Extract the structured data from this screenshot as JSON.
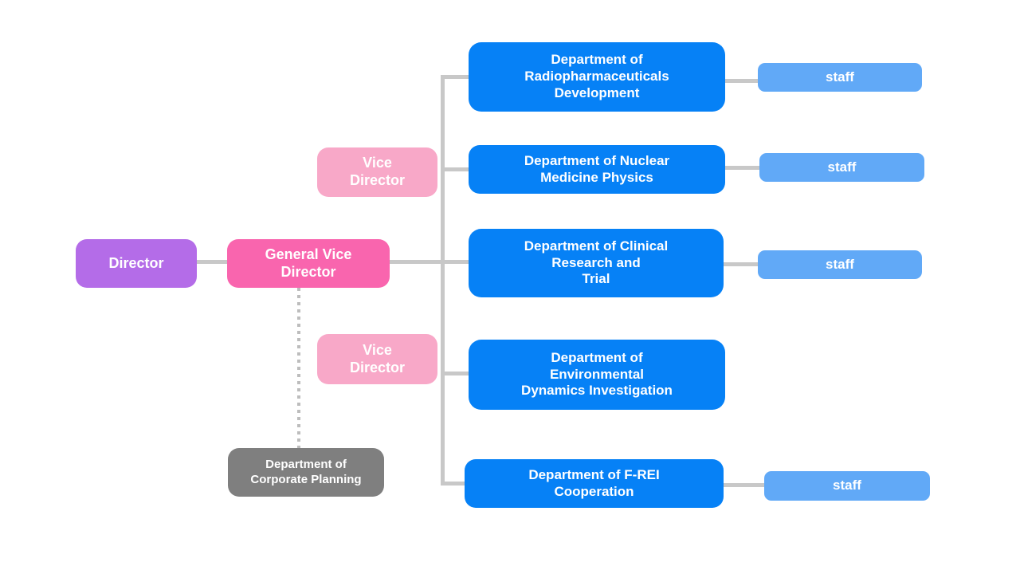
{
  "diagram": {
    "type": "org-chart",
    "background_color": "#ffffff",
    "connector_color": "#c8c8c8",
    "dotted_connector_color": "#bdbdbd",
    "nodes": {
      "director": {
        "label": "Director",
        "color": "#b46ce8",
        "text_color": "#ffffff"
      },
      "general_vice_director": {
        "label": "General Vice\nDirector",
        "color": "#f965ae",
        "text_color": "#ffffff"
      },
      "vice_director_1": {
        "label": "Vice\nDirector",
        "color": "#f8a8c8",
        "text_color": "#ffffff"
      },
      "vice_director_2": {
        "label": "Vice\nDirector",
        "color": "#f8a8c8",
        "text_color": "#ffffff"
      },
      "dept_radiopharmaceuticals": {
        "label": "Department of\nRadiopharmaceuticals\nDevelopment",
        "color": "#0681f6",
        "text_color": "#ffffff"
      },
      "dept_nuclear_medicine": {
        "label": "Department of Nuclear\nMedicine Physics",
        "color": "#0681f6",
        "text_color": "#ffffff"
      },
      "dept_clinical_research": {
        "label": "Department of Clinical\nResearch and\nTrial",
        "color": "#0681f6",
        "text_color": "#ffffff"
      },
      "dept_environmental": {
        "label": "Department of\nEnvironmental\nDynamics Investigation",
        "color": "#0681f6",
        "text_color": "#ffffff"
      },
      "dept_frei_cooperation": {
        "label": "Department of F-REI\nCooperation",
        "color": "#0681f6",
        "text_color": "#ffffff"
      },
      "staff_1": {
        "label": "staff",
        "color": "#61a9f7",
        "text_color": "#ffffff"
      },
      "staff_2": {
        "label": "staff",
        "color": "#61a9f7",
        "text_color": "#ffffff"
      },
      "staff_3": {
        "label": "staff",
        "color": "#61a9f7",
        "text_color": "#ffffff"
      },
      "staff_4": {
        "label": "staff",
        "color": "#61a9f7",
        "text_color": "#ffffff"
      },
      "dept_corporate_planning": {
        "label": "Department of\nCorporate Planning",
        "color": "#7f7f7f",
        "text_color": "#ffffff"
      }
    }
  }
}
